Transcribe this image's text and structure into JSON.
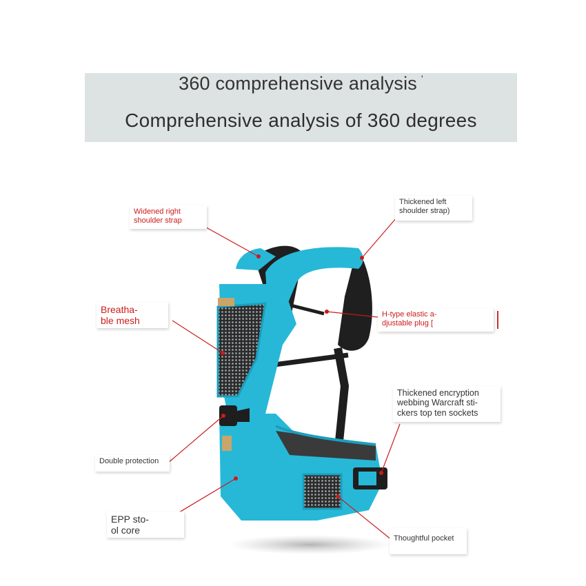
{
  "banner": {
    "line1": "360 comprehensive analysis",
    "line1_mark": "'",
    "line2": "Comprehensive analysis of 360 degrees"
  },
  "callouts": {
    "widened_right": "Widened right\nshoulder strap",
    "thickened_left": "Thickened left\nshoulder strap)",
    "breathable": "Breatha-\nble mesh",
    "h_type": "H-type elastic a-\ndjustable plug [",
    "webbing": "Thickened encryption\nwebbing Warcraft sti-\nckers top ten sockets",
    "double_protection": "Double protection",
    "epp": "EPP sto-\nol core",
    "pocket": "Thoughtful pocket"
  },
  "colors": {
    "carrier": "#27b8d8",
    "carrier_dark": "#1b9fbd",
    "strap_black": "#1e1e1e",
    "leader_line": "#cc1a1a",
    "banner_bg": "#dde2e2"
  }
}
